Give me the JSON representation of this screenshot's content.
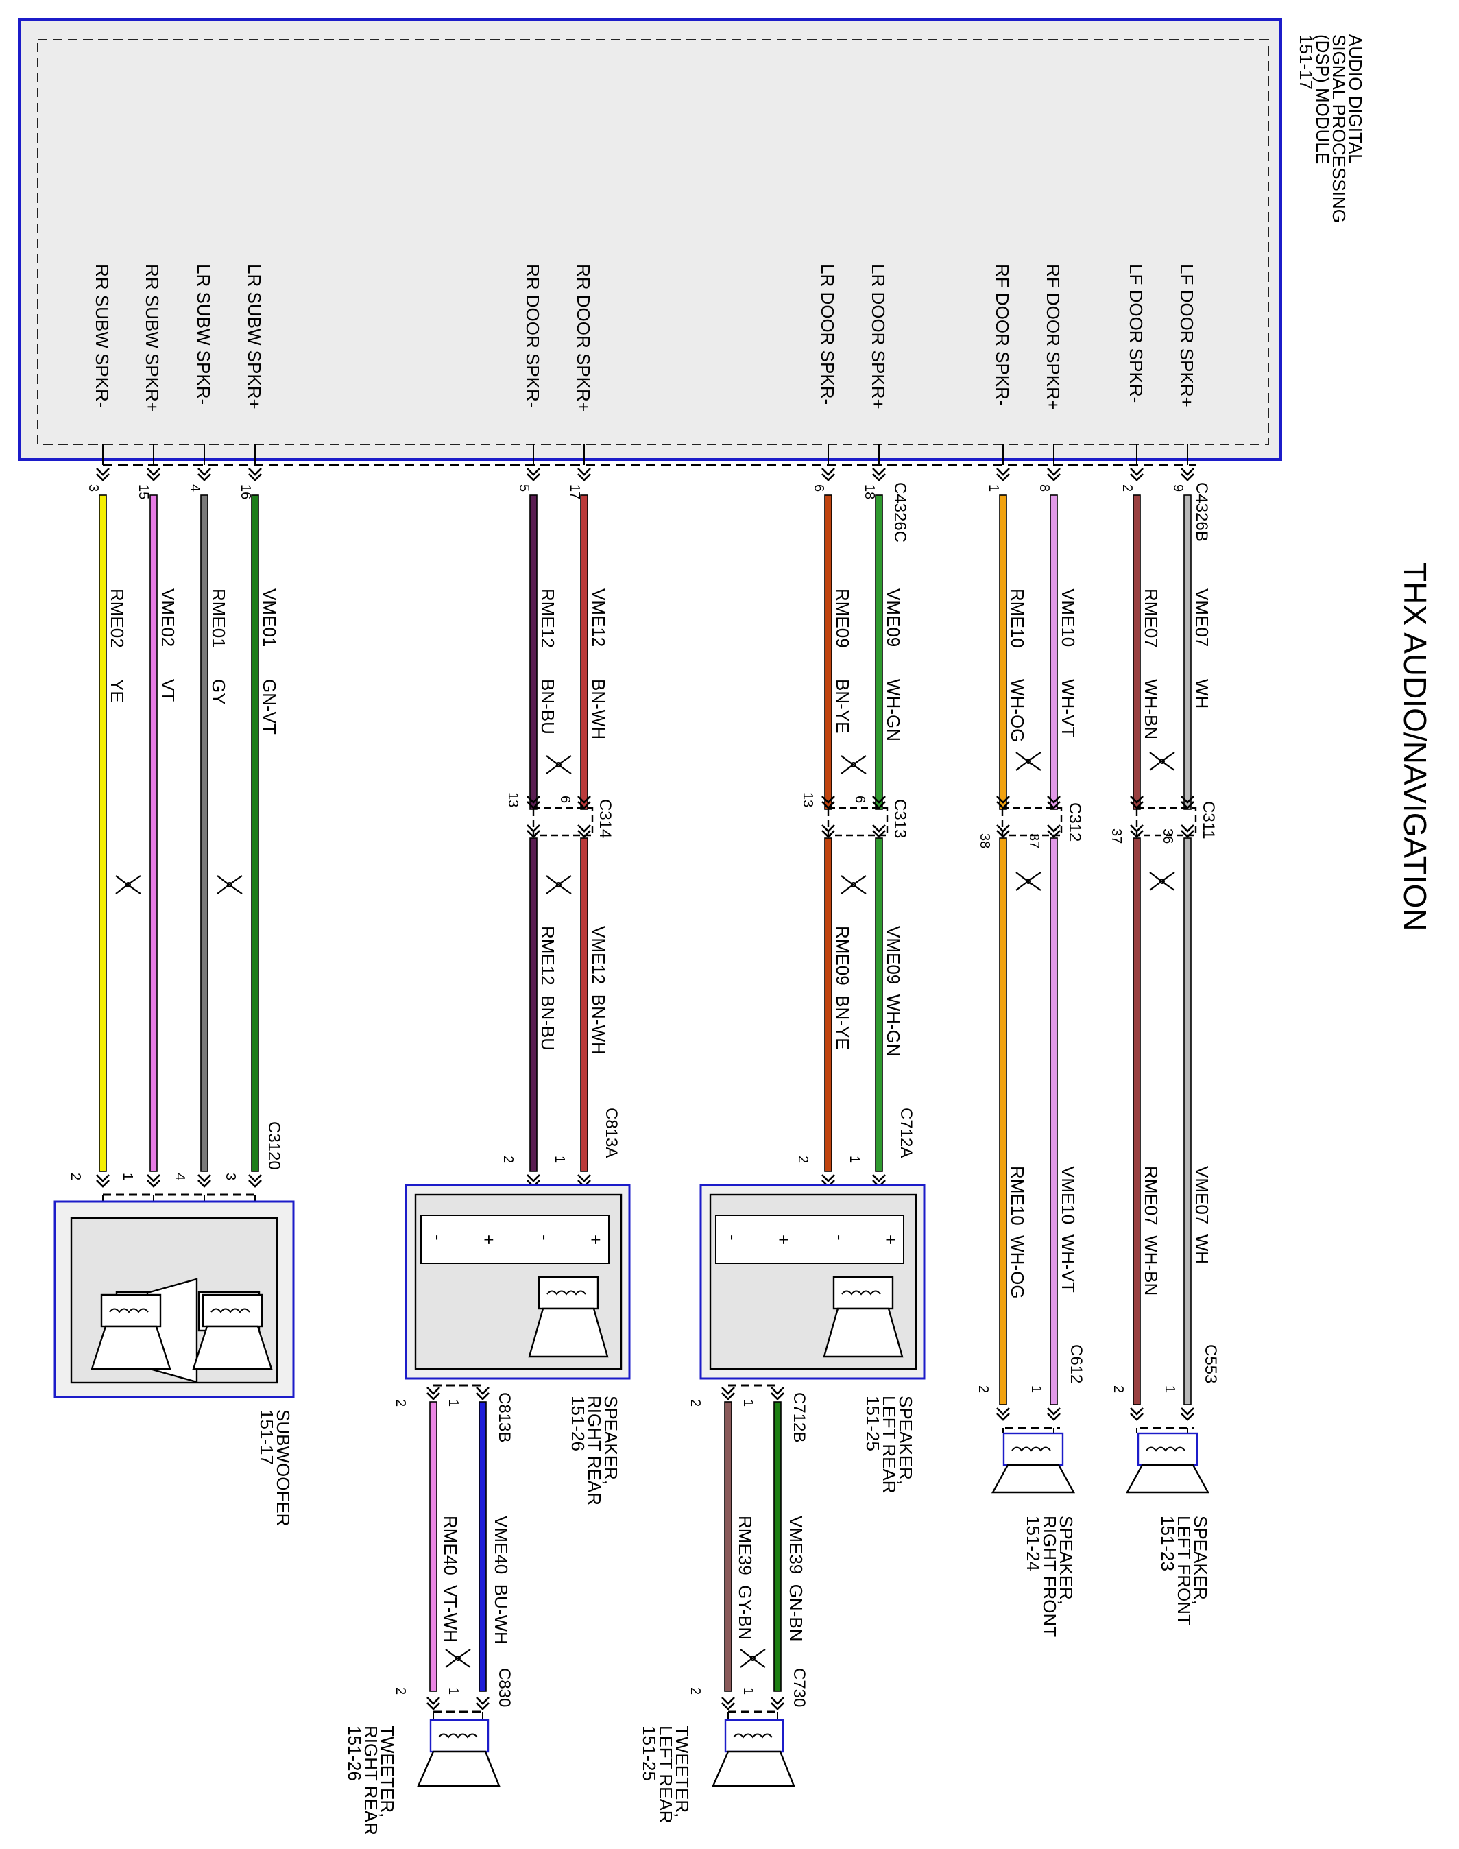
{
  "title": "THX AUDIO/NAVIGATION",
  "colors": {
    "module_border": "#1c1cc9",
    "YE": "#f4ee00",
    "VT": "#e77be5",
    "GY": "#7a7a7a",
    "GN-VT": "#1d7d1a",
    "BN-BU": "#5a1e52",
    "BN-WH": "#bb3a3a",
    "BN-YE": "#c0440f",
    "WH-GN": "#2f9a2f",
    "WH-OG": "#f1a20f",
    "WH-VT": "#e29ae9",
    "WH-BN": "#9a4040",
    "WH": "#b8b8b8",
    "BU-WH": "#1d1dd7",
    "VT-WH": "#ea86e4",
    "GY-BN": "#8a5a5a",
    "GN-BN": "#1c7e12"
  },
  "module": {
    "name_lines": [
      "AUDIO DIGITAL",
      "SIGNAL PROCESSING",
      "(DSP) MODULE",
      "151-17"
    ],
    "pins": [
      {
        "func": "RR SUBW SPKR-",
        "pin": "3",
        "circuit": "RME02",
        "color": "YE"
      },
      {
        "func": "RR SUBW SPKR+",
        "pin": "15",
        "circuit": "VME02",
        "color": "VT"
      },
      {
        "func": "LR SUBW SPKR-",
        "pin": "4",
        "circuit": "RME01",
        "color": "GY"
      },
      {
        "func": "LR SUBW SPKR+",
        "pin": "16",
        "circuit": "VME01",
        "color": "GN-VT"
      },
      {
        "func": "RR DOOR SPKR-",
        "pin": "5",
        "circuit": "RME12",
        "color": "BN-BU"
      },
      {
        "func": "RR DOOR SPKR+",
        "pin": "17",
        "circuit": "VME12",
        "color": "BN-WH"
      },
      {
        "func": "LR DOOR SPKR-",
        "pin": "6",
        "circuit": "RME09",
        "color": "BN-YE"
      },
      {
        "func": "LR DOOR SPKR+",
        "pin": "18",
        "circuit": "VME09",
        "color": "WH-GN"
      },
      {
        "func": "RF DOOR SPKR-",
        "pin": "1",
        "circuit": "RME10",
        "color": "WH-OG"
      },
      {
        "func": "RF DOOR SPKR+",
        "pin": "8",
        "circuit": "VME10",
        "color": "WH-VT"
      },
      {
        "func": "LF DOOR SPKR-",
        "pin": "2",
        "circuit": "RME07",
        "color": "WH-BN"
      },
      {
        "func": "LF DOOR SPKR+",
        "pin": "9",
        "circuit": "VME07",
        "color": "WH"
      }
    ],
    "connector_c": "C4326C",
    "connector_b": "C4326B"
  },
  "inline_connectors": {
    "c314": {
      "name": "C314",
      "pins": [
        "13",
        "6"
      ]
    },
    "c313": {
      "name": "C313",
      "pins": [
        "13",
        "6"
      ]
    },
    "c312": {
      "name": "C312",
      "pins": [
        "38",
        "37"
      ]
    },
    "c311": {
      "name": "C311",
      "pins": [
        "37",
        "36"
      ]
    }
  },
  "second_labels": {
    "rr": [
      "RME12  BN-BU",
      "VME12  BN-WH"
    ],
    "lr": [
      "RME09  BN-YE",
      "VME09  WH-GN"
    ],
    "rf": [
      "RME10  WH-OG",
      "VME10  WH-VT"
    ],
    "lf": [
      "RME07  WH-BN",
      "VME07  WH"
    ]
  },
  "device_connectors": {
    "sub": {
      "name": "C3120",
      "pins": [
        "2",
        "1",
        "4",
        "3"
      ]
    },
    "rr": {
      "name": "C813A",
      "pins": [
        "2",
        "1"
      ]
    },
    "lr": {
      "name": "C712A",
      "pins": [
        "2",
        "1"
      ]
    },
    "rf": {
      "name": "C612",
      "pins": [
        "2",
        "1"
      ]
    },
    "lf": {
      "name": "C553",
      "pins": [
        "2",
        "1"
      ]
    }
  },
  "devices": {
    "subwoofer": [
      "SUBWOOFER",
      "151-17"
    ],
    "rr_speaker": [
      "SPEAKER,",
      "RIGHT REAR",
      "151-26"
    ],
    "lr_speaker": [
      "SPEAKER,",
      "LEFT REAR",
      "151-25"
    ],
    "rf_speaker": [
      "SPEAKER,",
      "RIGHT FRONT",
      "151-24"
    ],
    "lf_speaker": [
      "SPEAKER,",
      "LEFT FRONT",
      "151-23"
    ]
  },
  "terminal_signs": {
    "minus": "-",
    "plus": "+"
  },
  "tweeters": {
    "right": {
      "out_connector": "C813B",
      "out_pins": [
        "2",
        "1"
      ],
      "wires": [
        "RME40  VT-WH",
        "VME40  BU-WH"
      ],
      "in_connector": "C830",
      "in_pins": [
        "2",
        "1"
      ],
      "label": [
        "TWEETER,",
        "RIGHT REAR",
        "151-26"
      ]
    },
    "left": {
      "out_connector": "C712B",
      "out_pins": [
        "2",
        "1"
      ],
      "wires": [
        "RME39  GY-BN",
        "VME39  GN-BN"
      ],
      "in_connector": "C730",
      "in_pins": [
        "2",
        "1"
      ],
      "label": [
        "TWEETER,",
        "LEFT REAR",
        "151-25"
      ]
    }
  }
}
